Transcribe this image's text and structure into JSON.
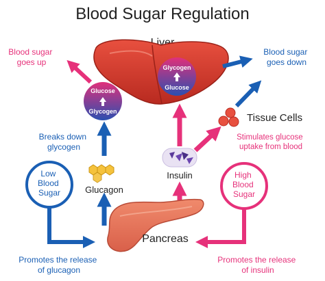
{
  "title": "Blood Sugar Regulation",
  "labels": {
    "liver": "Liver",
    "tissue_cells": "Tissue Cells",
    "pancreas": "Pancreas",
    "glucagon": "Glucagon",
    "insulin": "Insulin"
  },
  "left_circle": {
    "top": "Glucose",
    "bottom": "Glycogen"
  },
  "right_circle": {
    "top": "Glycogen",
    "bottom": "Glucose"
  },
  "low_blood_sugar": [
    "Low",
    "Blood",
    "Sugar"
  ],
  "high_blood_sugar": [
    "High",
    "Blood",
    "Sugar"
  ],
  "captions": {
    "blood_sugar_up": [
      "Blood sugar",
      "goes up"
    ],
    "blood_sugar_down": [
      "Blood sugar",
      "goes down"
    ],
    "breaks_down": [
      "Breaks down",
      "glycogen"
    ],
    "stimulates": [
      "Stimulates glucose",
      "uptake from blood"
    ],
    "promotes_glucagon": [
      "Promotes the release",
      "of glucagon"
    ],
    "promotes_insulin": [
      "Promotes the release",
      "of insulin"
    ]
  },
  "colors": {
    "blue": "#1a5fb4",
    "pink": "#e6317a",
    "liver": "#d93a2b",
    "pancreas": "#e8755a",
    "text": "#222222"
  }
}
